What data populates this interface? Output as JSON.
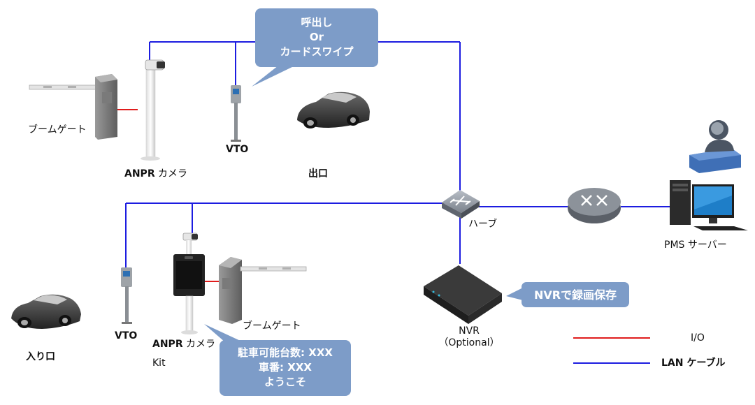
{
  "callouts": {
    "exit_call": [
      "呼出し",
      "Or",
      "カードスワイプ"
    ],
    "nvr_record": "NVRで録画保存",
    "entrance_display": [
      "駐車可能台数: XXX",
      "車番: XXX",
      "ようこそ"
    ]
  },
  "labels": {
    "exit_boom_gate": "ブームゲート",
    "exit_anpr_bold": "ANPR",
    "exit_anpr_rest": " カメラ",
    "exit_vto": "VTO",
    "exit": "出口",
    "hub": "ハーブ",
    "pms_server": "PMS サーバー",
    "nvr_name": "NVR",
    "nvr_optional": "（Optional）",
    "entrance_vto": "VTO",
    "entrance_anpr_bold": "ANPR",
    "entrance_anpr_rest": " カメラ",
    "entrance_kit": "Kit",
    "entrance_boom_gate": "ブームゲート",
    "entrance": "入り口"
  },
  "legend": {
    "io": "I/O",
    "lan": "LAN ケーブル"
  },
  "colors": {
    "lan_line": "#1c1ce0",
    "io_line": "#e01c1c",
    "callout_fill": "#7d9cc8"
  }
}
